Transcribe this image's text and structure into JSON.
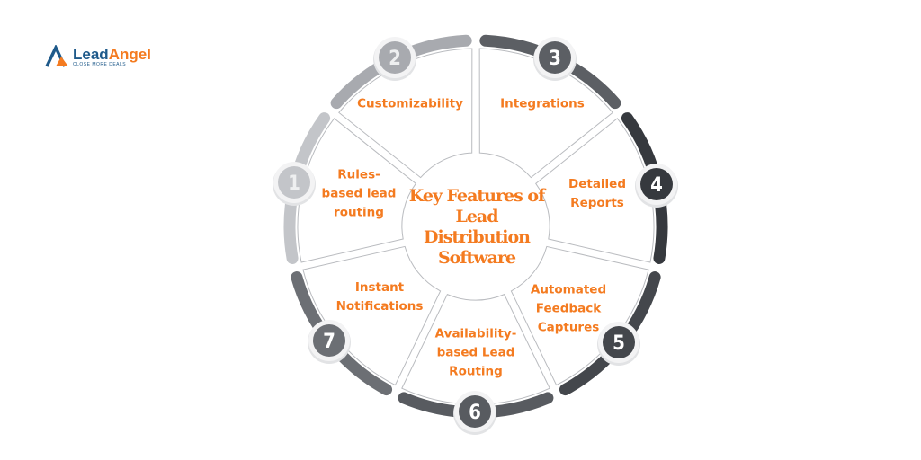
{
  "logo": {
    "part1": "Lead",
    "part2": "Angel",
    "tagline": "CLOSE MORE DEALS"
  },
  "title": "Key Features of\nLead Distribution\nSoftware",
  "colors": {
    "accent": "#f47b20",
    "brand_blue": "#1f5a8a"
  },
  "features": [
    {
      "number": "1",
      "label": "Rules-\nbased lead\nrouting",
      "color": "#c3c5c9"
    },
    {
      "number": "2",
      "label": "Customizability",
      "color": "#a8aaaf"
    },
    {
      "number": "3",
      "label": "Integrations",
      "color": "#5c5f64"
    },
    {
      "number": "4",
      "label": "Detailed\nReports",
      "color": "#36393e"
    },
    {
      "number": "5",
      "label": "Automated\nFeedback\nCaptures",
      "color": "#44474c"
    },
    {
      "number": "6",
      "label": "Availability-\nbased Lead\nRouting",
      "color": "#585b60"
    },
    {
      "number": "7",
      "label": "Instant\nNotifications",
      "color": "#6c6f74"
    }
  ]
}
